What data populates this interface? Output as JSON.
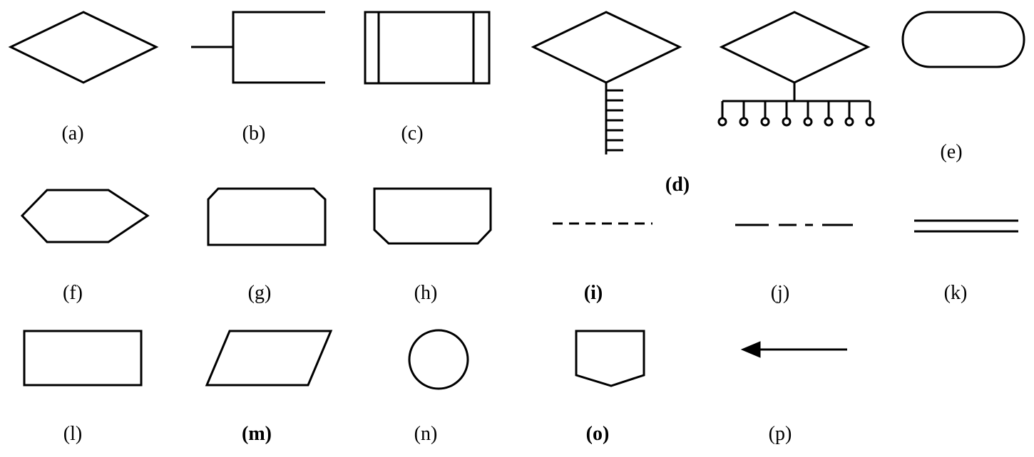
{
  "figure": {
    "labels": {
      "a": "(a)",
      "b": "(b)",
      "c": "(c)",
      "d": "(d)",
      "e": "(e)",
      "f": "(f)",
      "g": "(g)",
      "h": "(h)",
      "i": "(i)",
      "j": "(j)",
      "k": "(k)",
      "l": "(l)",
      "m": "(m)",
      "n": "(n)",
      "o": "(o)",
      "p": "(p)"
    },
    "stroke_color": "#000000",
    "background_color": "#ffffff"
  }
}
